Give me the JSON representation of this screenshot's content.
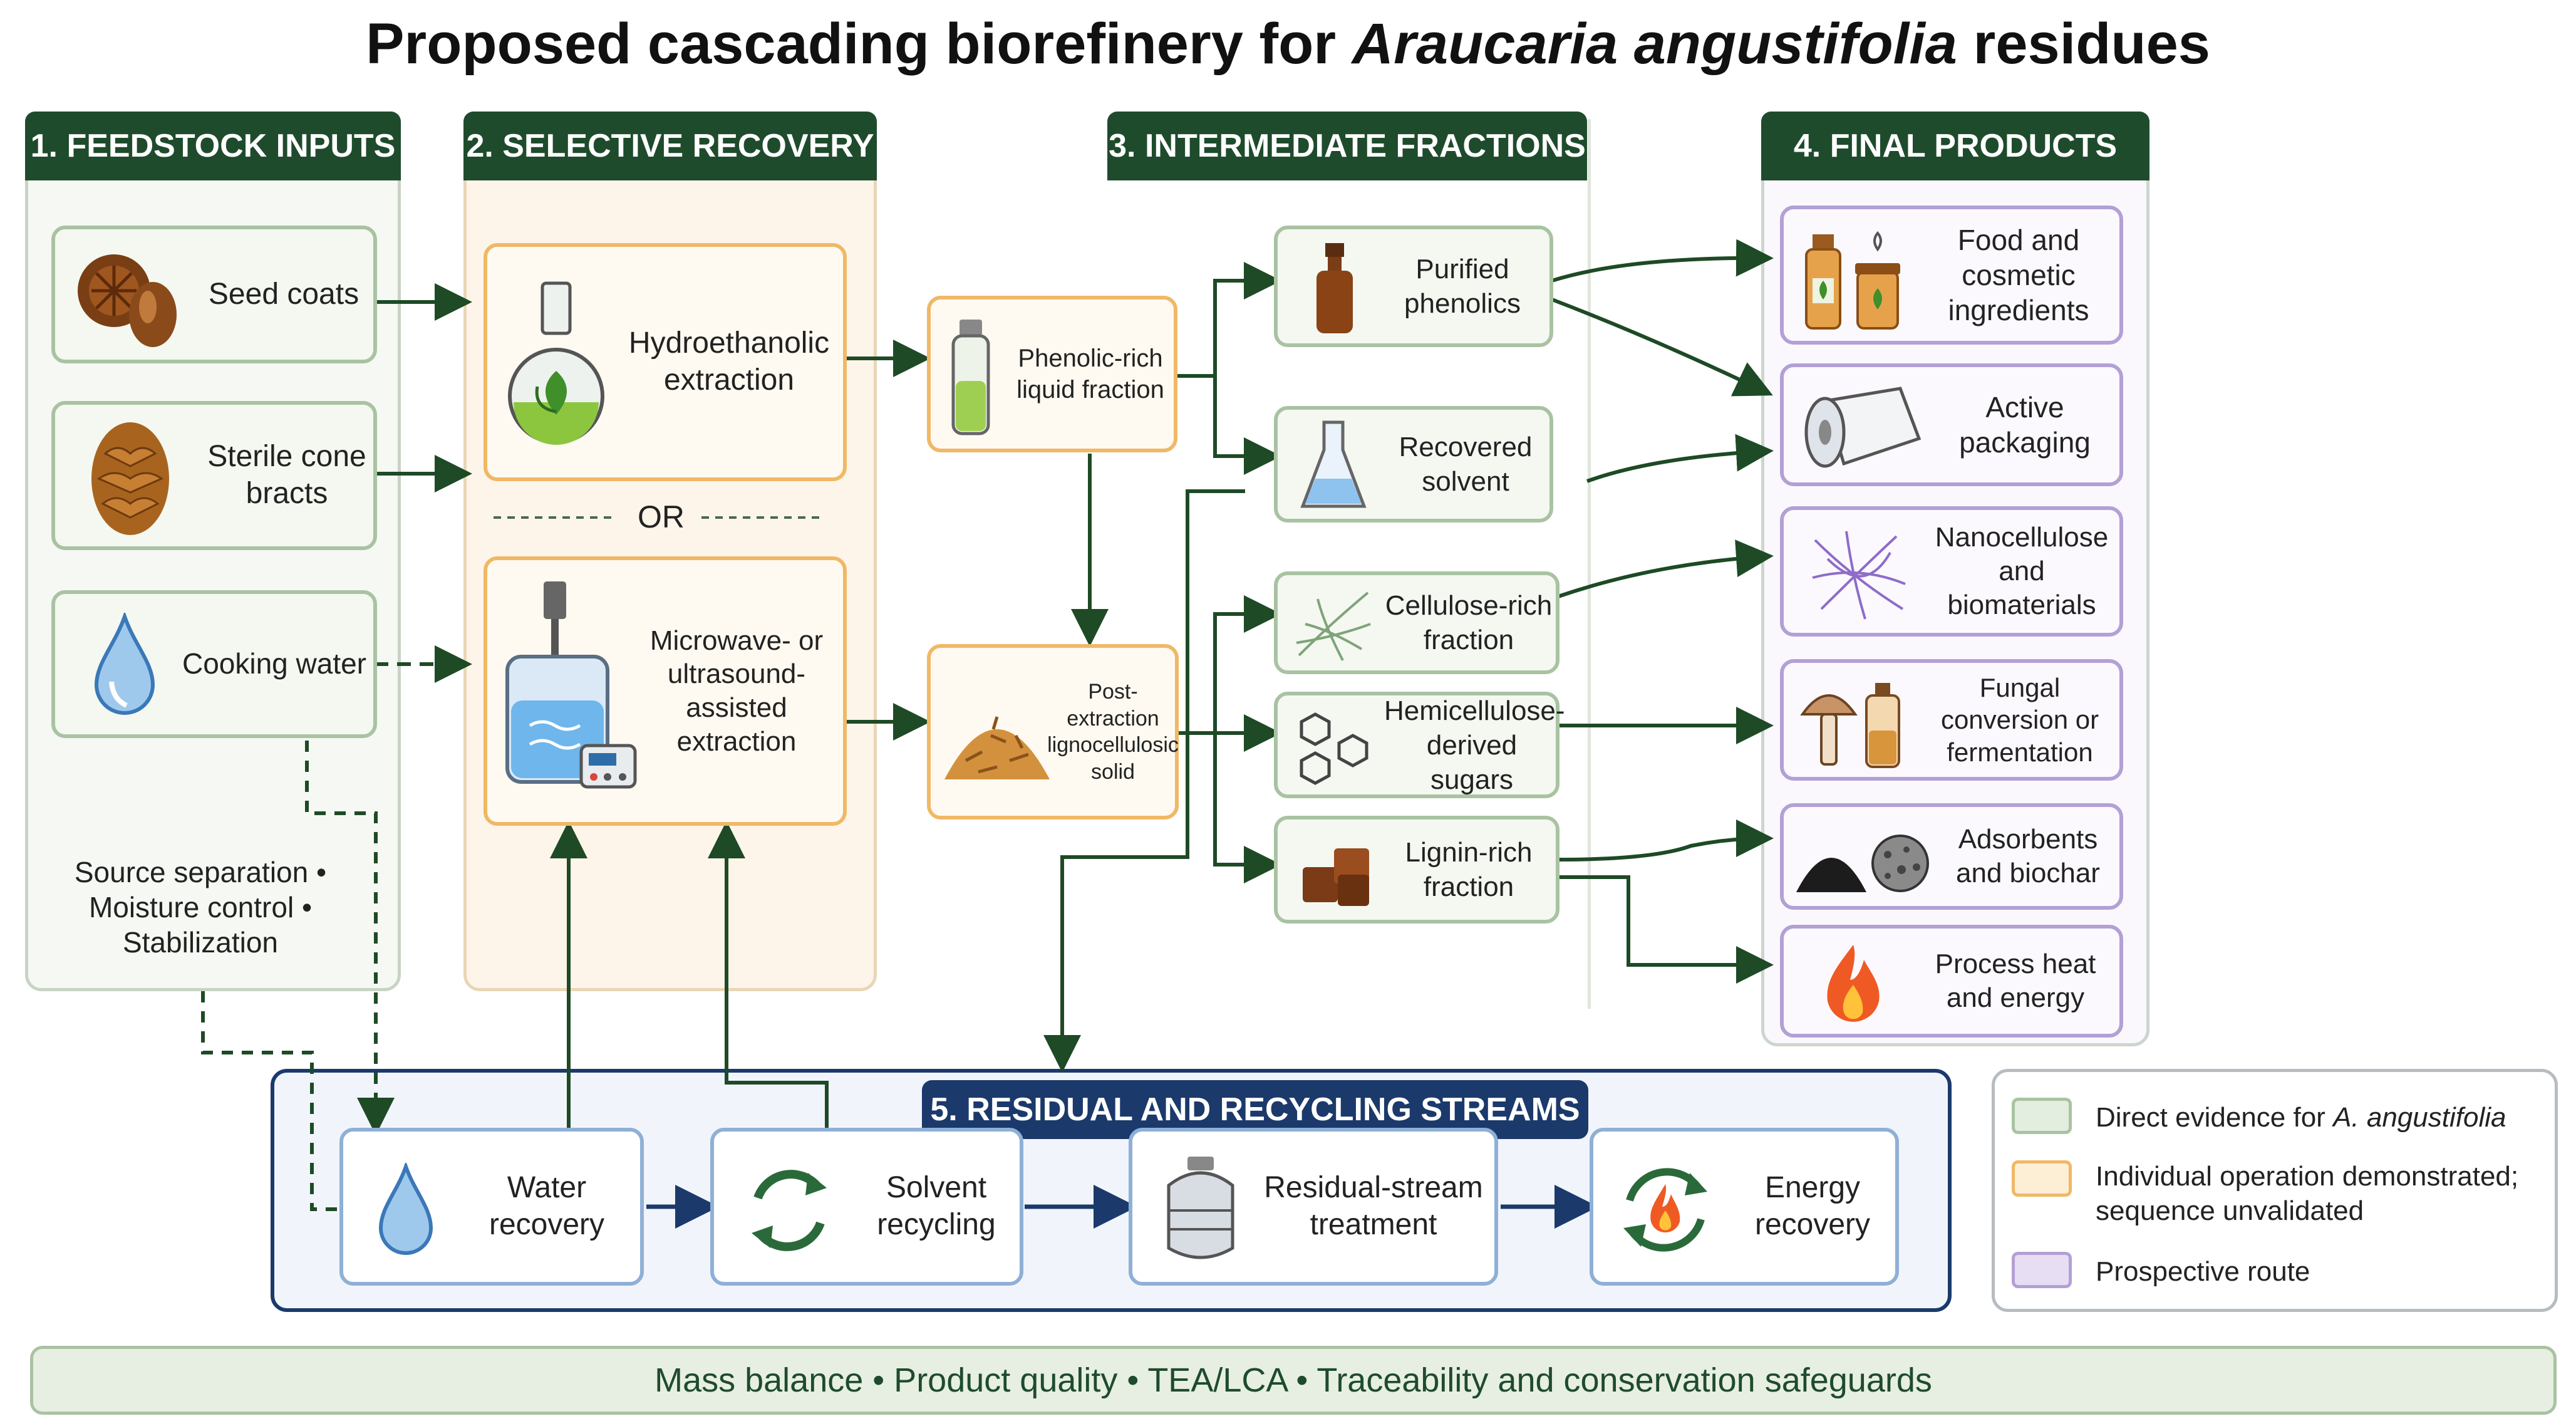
{
  "title": {
    "prefix": "Proposed cascading biorefinery for ",
    "species": "Araucaria angustifolia",
    "suffix": " residues"
  },
  "columns": {
    "c1": "1. FEEDSTOCK INPUTS",
    "c2": "2. SELECTIVE RECOVERY",
    "c3": "3. INTERMEDIATE FRACTIONS",
    "c4": "4. FINAL PRODUCTS",
    "c5": "5. RESIDUAL AND RECYCLING STREAMS"
  },
  "feedstock": {
    "seed_coats": "Seed coats",
    "cone_bracts": "Sterile cone bracts",
    "cooking_water": "Cooking water",
    "pretreatment": "Source separation • Moisture control • Stabilization"
  },
  "recovery": {
    "hydroethanolic": "Hydroethanolic extraction",
    "or": "OR",
    "microwave": "Microwave- or ultrasound-assisted extraction"
  },
  "streams": {
    "phenolic_liquid": "Phenolic-rich liquid fraction",
    "lignocellulosic_solid": "Post-extraction lignocellulosic solid"
  },
  "intermediate": {
    "purified_phenolics": "Purified phenolics",
    "recovered_solvent": "Recovered solvent",
    "cellulose": "Cellulose-rich fraction",
    "hemicellulose": "Hemicellulose-derived sugars",
    "lignin": "Lignin-rich fraction"
  },
  "products": {
    "food": "Food and cosmetic ingredients",
    "packaging": "Active packaging",
    "nanocellulose": "Nanocellulose and biomaterials",
    "fungal": "Fungal conversion or fermentation",
    "adsorbents": "Adsorbents and biochar",
    "heat": "Process heat and energy"
  },
  "residual": {
    "water": "Water recovery",
    "solvent": "Solvent recycling",
    "treatment": "Residual-stream treatment",
    "energy": "Energy recovery"
  },
  "legend": {
    "direct_prefix": "Direct evidence for ",
    "direct_species": "A. angustifolia",
    "individual": "Individual operation demonstrated; sequence unvalidated",
    "prospective": "Prospective route"
  },
  "footer": "Mass balance • Product quality • TEA/LCA • Traceability and conservation safeguards",
  "colors": {
    "dark_green": "#1f4b2d",
    "navy": "#1b3a6b",
    "arrow_green": "#1e4a26",
    "green_border": "#a9c3a2",
    "orange_border": "#f0b866",
    "purple_border": "#b3a0d6",
    "blue_border": "#8fb0d6"
  }
}
